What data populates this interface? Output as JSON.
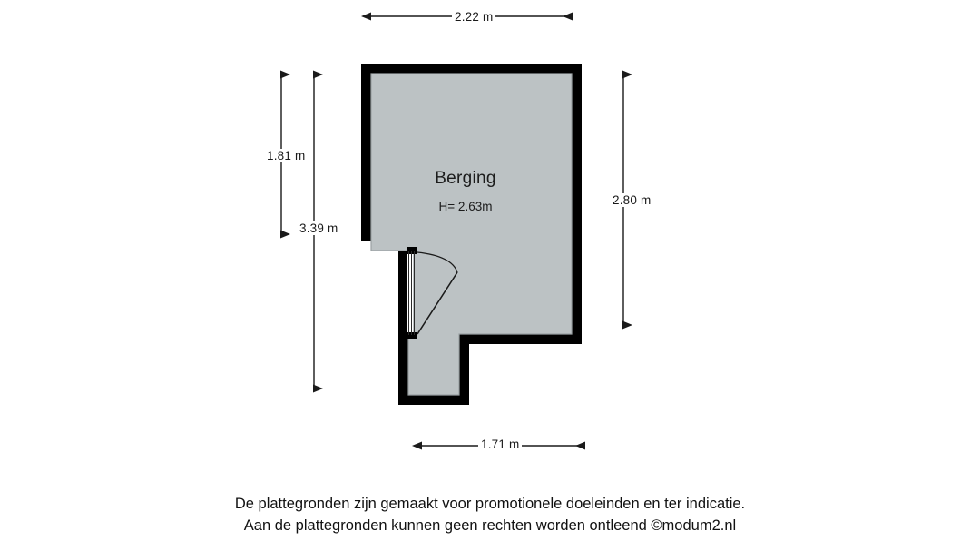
{
  "plan": {
    "room_label": "Berging",
    "room_height_label": "H= 2.63m",
    "colors": {
      "wall": "#000000",
      "floor_fill": "#bcc2c4",
      "floor_stroke": "#9aa1a3",
      "dimension_line": "#1a1a1a",
      "background": "#ffffff",
      "text": "#111111"
    }
  },
  "dimensions": {
    "top": {
      "label": "2.22 m",
      "orientation": "horizontal",
      "arrow_style": "double"
    },
    "right": {
      "label": "2.80 m",
      "orientation": "vertical",
      "arrow_style": "double"
    },
    "bottom": {
      "label": "1.71 m",
      "orientation": "horizontal",
      "arrow_style": "double"
    },
    "left_inner": {
      "label": "1.81 m",
      "orientation": "vertical",
      "arrow_style": "double"
    },
    "left_outer": {
      "label": "3.39 m",
      "orientation": "vertical",
      "arrow_style": "double"
    }
  },
  "footer": {
    "line1": "De plattegronden zijn gemaakt voor promotionele doeleinden en ter indicatie.",
    "line2": "Aan de plattegronden kunnen geen rechten worden ontleend ©modum2.nl"
  }
}
